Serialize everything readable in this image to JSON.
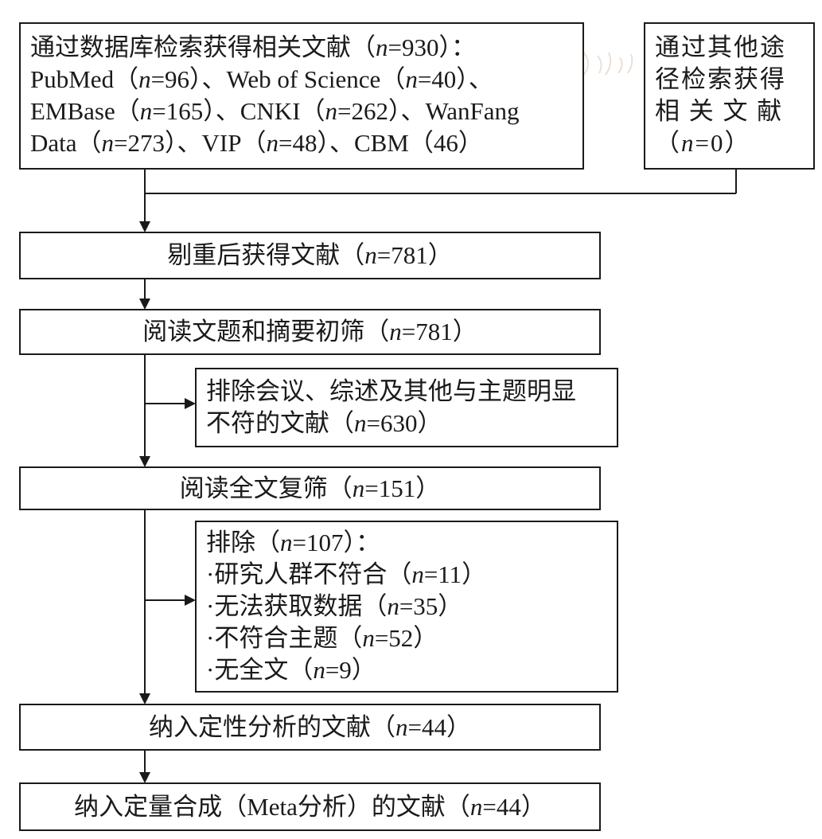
{
  "colors": {
    "line": "#1a1a1a",
    "background": "#ffffff"
  },
  "boxes": {
    "database": {
      "lines": [
        [
          {
            "t": "通过数据库检索获得相关文献（"
          },
          {
            "t": "n",
            "i": true
          },
          {
            "t": "=930）："
          }
        ],
        [
          {
            "t": "PubMed（"
          },
          {
            "t": "n",
            "i": true
          },
          {
            "t": "=96）、Web of Science（"
          },
          {
            "t": "n",
            "i": true
          },
          {
            "t": "=40）、"
          }
        ],
        [
          {
            "t": "EMBase（"
          },
          {
            "t": "n",
            "i": true
          },
          {
            "t": "=165）、CNKI（"
          },
          {
            "t": "n",
            "i": true
          },
          {
            "t": "=262）、WanFang"
          }
        ],
        [
          {
            "t": "Data（"
          },
          {
            "t": "n",
            "i": true
          },
          {
            "t": "=273）、VIP（"
          },
          {
            "t": "n",
            "i": true
          },
          {
            "t": "=48）、CBM（46）"
          }
        ]
      ]
    },
    "other_sources": {
      "lines": [
        [
          {
            "t": "通过其他途"
          }
        ],
        [
          {
            "t": "径检索获得"
          }
        ],
        [
          {
            "t": "相 关 文 献"
          }
        ],
        [
          {
            "t": "（"
          },
          {
            "t": "n",
            "i": true
          },
          {
            "t": "=0）"
          }
        ]
      ]
    },
    "dedup": {
      "lines": [
        [
          {
            "t": "剔重后获得文献（"
          },
          {
            "t": "n",
            "i": true
          },
          {
            "t": "=781）"
          }
        ]
      ]
    },
    "screen_title": {
      "lines": [
        [
          {
            "t": "阅读文题和摘要初筛（"
          },
          {
            "t": "n",
            "i": true
          },
          {
            "t": "=781）"
          }
        ]
      ]
    },
    "exclude_1": {
      "lines": [
        [
          {
            "t": "排除会议、综述及其他与主题明显"
          }
        ],
        [
          {
            "t": "不符的文献（"
          },
          {
            "t": "n",
            "i": true
          },
          {
            "t": "=630）"
          }
        ]
      ]
    },
    "fulltext": {
      "lines": [
        [
          {
            "t": "阅读全文复筛（"
          },
          {
            "t": "n",
            "i": true
          },
          {
            "t": "=151）"
          }
        ]
      ]
    },
    "exclude_2": {
      "lines": [
        [
          {
            "t": "排除（"
          },
          {
            "t": "n",
            "i": true
          },
          {
            "t": "=107）："
          }
        ],
        [
          {
            "t": "·研究人群不符合（"
          },
          {
            "t": "n",
            "i": true
          },
          {
            "t": "=11）"
          }
        ],
        [
          {
            "t": "·无法获取数据（"
          },
          {
            "t": "n",
            "i": true
          },
          {
            "t": "=35）"
          }
        ],
        [
          {
            "t": "·不符合主题（"
          },
          {
            "t": "n",
            "i": true
          },
          {
            "t": "=52）"
          }
        ],
        [
          {
            "t": "·无全文（"
          },
          {
            "t": "n",
            "i": true
          },
          {
            "t": "=9）"
          }
        ]
      ]
    },
    "qualitative": {
      "lines": [
        [
          {
            "t": "纳入定性分析的文献（"
          },
          {
            "t": "n",
            "i": true
          },
          {
            "t": "=44）"
          }
        ]
      ]
    },
    "quantitative": {
      "lines": [
        [
          {
            "t": "纳入定量合成（Meta分析）的文献（"
          },
          {
            "t": "n",
            "i": true
          },
          {
            "t": "=44）"
          }
        ]
      ]
    }
  }
}
